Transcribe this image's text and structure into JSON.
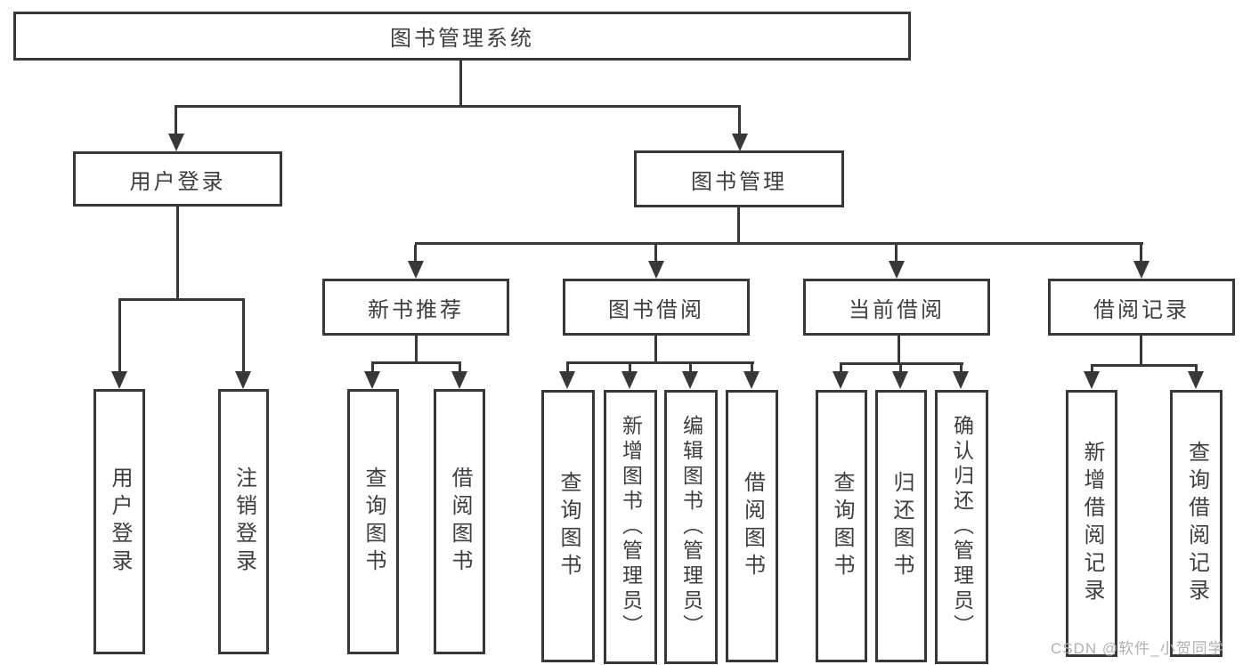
{
  "tree": {
    "root": "图书管理系统",
    "branches": [
      {
        "label": "用户登录",
        "leaves": [
          "用户登录",
          "注销登录"
        ]
      },
      {
        "label": "图书管理",
        "groups": [
          {
            "label": "新书推荐",
            "leaves": [
              "查询图书",
              "借阅图书"
            ]
          },
          {
            "label": "图书借阅",
            "leaves": [
              "查询图书",
              "新增图书（管理员）",
              "编辑图书（管理员）",
              "借阅图书"
            ]
          },
          {
            "label": "当前借阅",
            "leaves": [
              "查询图书",
              "归还图书",
              "确认归还（管理员）"
            ]
          },
          {
            "label": "借阅记录",
            "leaves": [
              "新增借阅记录",
              "查询借阅记录"
            ]
          }
        ]
      }
    ]
  },
  "watermark": "CSDN @软件_小贺同学",
  "colors": {
    "line": "#38383a",
    "text": "#3e3e42",
    "watermark": "#b1b1b5",
    "background": "#ffffff"
  }
}
